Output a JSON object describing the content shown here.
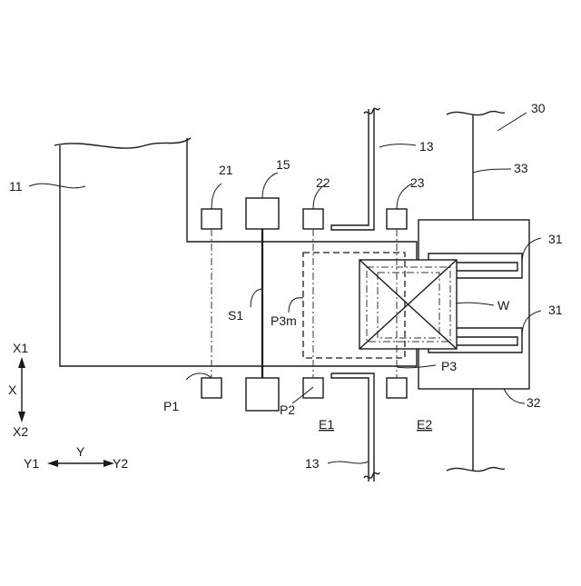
{
  "labels": {
    "ref_30": "30",
    "ref_11": "11",
    "ref_21": "21",
    "ref_15": "15",
    "ref_22": "22",
    "ref_13_top": "13",
    "ref_23": "23",
    "ref_33": "33",
    "ref_31_upper": "31",
    "ref_31_lower": "31",
    "ref_W": "W",
    "ref_S1": "S1",
    "ref_P3m": "P3m",
    "ref_P3": "P3",
    "ref_32": "32",
    "ref_P1": "P1",
    "ref_P2": "P2",
    "ref_E1": "E1",
    "ref_E2": "E2",
    "ref_13_bottom": "13"
  },
  "axes": {
    "x1": "X1",
    "x": "X",
    "x2": "X2",
    "y1": "Y1",
    "y": "Y",
    "y2": "Y2"
  }
}
